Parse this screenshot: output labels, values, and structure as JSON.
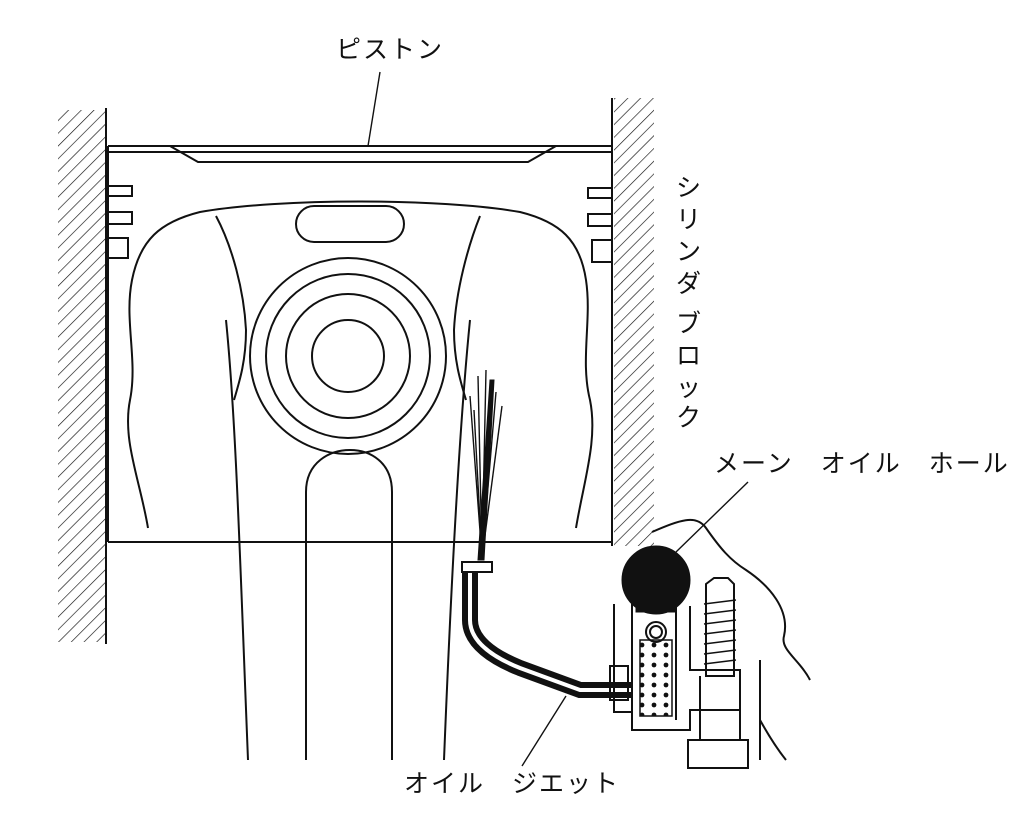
{
  "labels": {
    "piston": "ピストン",
    "cylinder_block": "シリンダ ブロック",
    "main_oil_hole": "メーン　オイル　ホール",
    "oil_jet": "オイル　ジエット"
  },
  "colors": {
    "ink": "#111111",
    "paper": "#ffffff"
  }
}
